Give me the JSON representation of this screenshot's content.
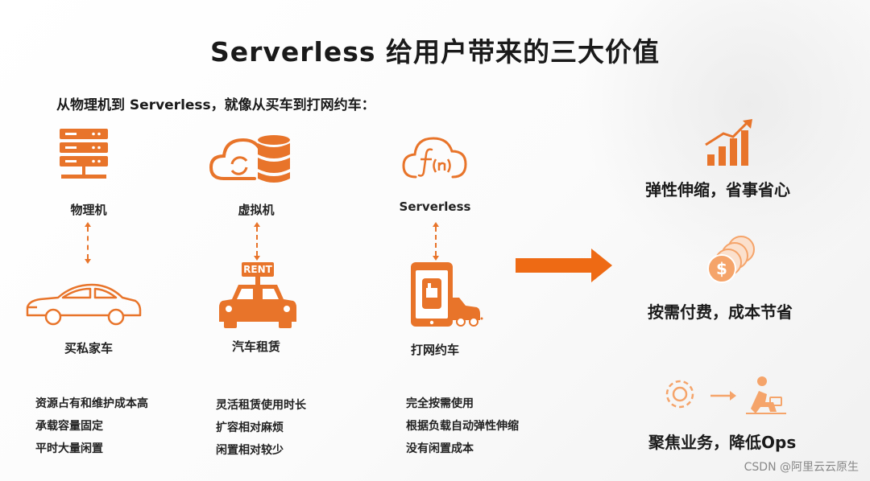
{
  "title": "Serverless 给用户带来的三大价值",
  "subtitle": "从物理机到 Serverless，就像从买车到打网约车：",
  "columns": [
    {
      "top_label": "物理机",
      "bottom_label": "买私家车",
      "top_icon": "server-rack-icon",
      "bottom_icon": "car-icon",
      "points": [
        "资源占有和维护成本高",
        "承载容量固定",
        "平时大量闲置"
      ]
    },
    {
      "top_label": "虚拟机",
      "bottom_label": "汽车租赁",
      "top_icon": "cloud-database-icon",
      "bottom_icon": "rental-car-icon",
      "rent_sign": "RENT",
      "points": [
        "灵活租赁使用时长",
        "扩容相对麻烦",
        "闲置相对较少"
      ]
    },
    {
      "top_label": "Serverless",
      "bottom_label": "打网约车",
      "top_icon": "cloud-function-icon",
      "bottom_icon": "ride-hailing-phone-icon",
      "points": [
        "完全按需使用",
        "根据负载自动弹性伸缩",
        "没有闲置成本"
      ]
    }
  ],
  "values": [
    {
      "label": "弹性伸缩，省事省心",
      "icon": "growth-bars-icon"
    },
    {
      "label": "按需付费，成本节省",
      "icon": "coins-icon"
    },
    {
      "label": "聚焦业务，降低Ops",
      "icon": "gear-to-person-icon"
    }
  ],
  "watermark": "CSDN @阿里云云原生",
  "colors": {
    "accent": "#e8742a",
    "accent_light": "#f5a46a",
    "text": "#222222"
  }
}
